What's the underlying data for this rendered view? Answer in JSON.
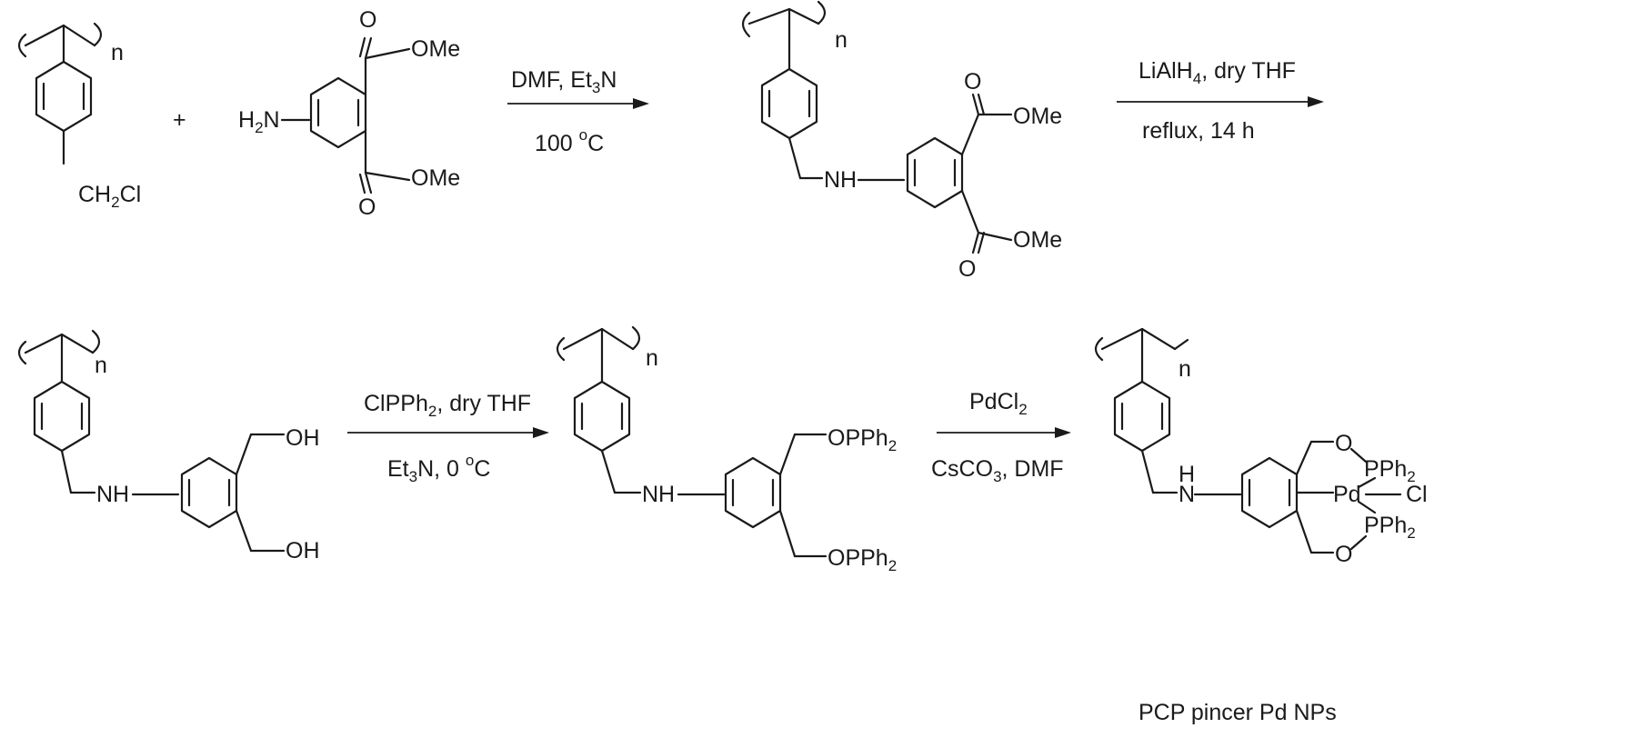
{
  "scheme": {
    "plus": "+",
    "polymer_n": "n",
    "reagents": {
      "r1": {
        "ch2cl_prefix": "CH",
        "ch2cl_sub": "2",
        "ch2cl_suffix": "Cl"
      },
      "r2": {
        "h2n_h": "H",
        "h2n_sub": "2",
        "h2n_n": "N",
        "ome": "OMe",
        "o": "O"
      }
    },
    "steps": [
      {
        "top_prefix": "DMF, Et",
        "top_sub": "3",
        "top_suffix": "N",
        "bottom_prefix": "100 ",
        "bottom_sup": "o",
        "bottom_suffix": "C"
      },
      {
        "top_prefix": "LiAlH",
        "top_sub": "4",
        "top_suffix": ", dry THF",
        "bottom": "reflux, 14 h"
      },
      {
        "top_prefix": "ClPPh",
        "top_sub": "2",
        "top_suffix": ", dry THF",
        "bottom_prefix": "Et",
        "bottom_sub": "3",
        "bottom_mid": "N, 0 ",
        "bottom_sup": "o",
        "bottom_suffix": "C"
      },
      {
        "top_prefix": "PdCl",
        "top_sub": "2",
        "top_suffix": "",
        "bottom_prefix": "CsCO",
        "bottom_sub": "3",
        "bottom_suffix": ", DMF"
      }
    ],
    "atoms": {
      "nh": "NH",
      "oh": "OH",
      "ome": "OMe",
      "o": "O",
      "oppph_prefix": "OPPh",
      "oppph_sub": "2",
      "pph_prefix": "PPh",
      "pph_sub": "2",
      "pd": "Pd",
      "cl": "Cl",
      "n": "N",
      "h": "H"
    },
    "product_label": "PCP pincer Pd NPs"
  }
}
